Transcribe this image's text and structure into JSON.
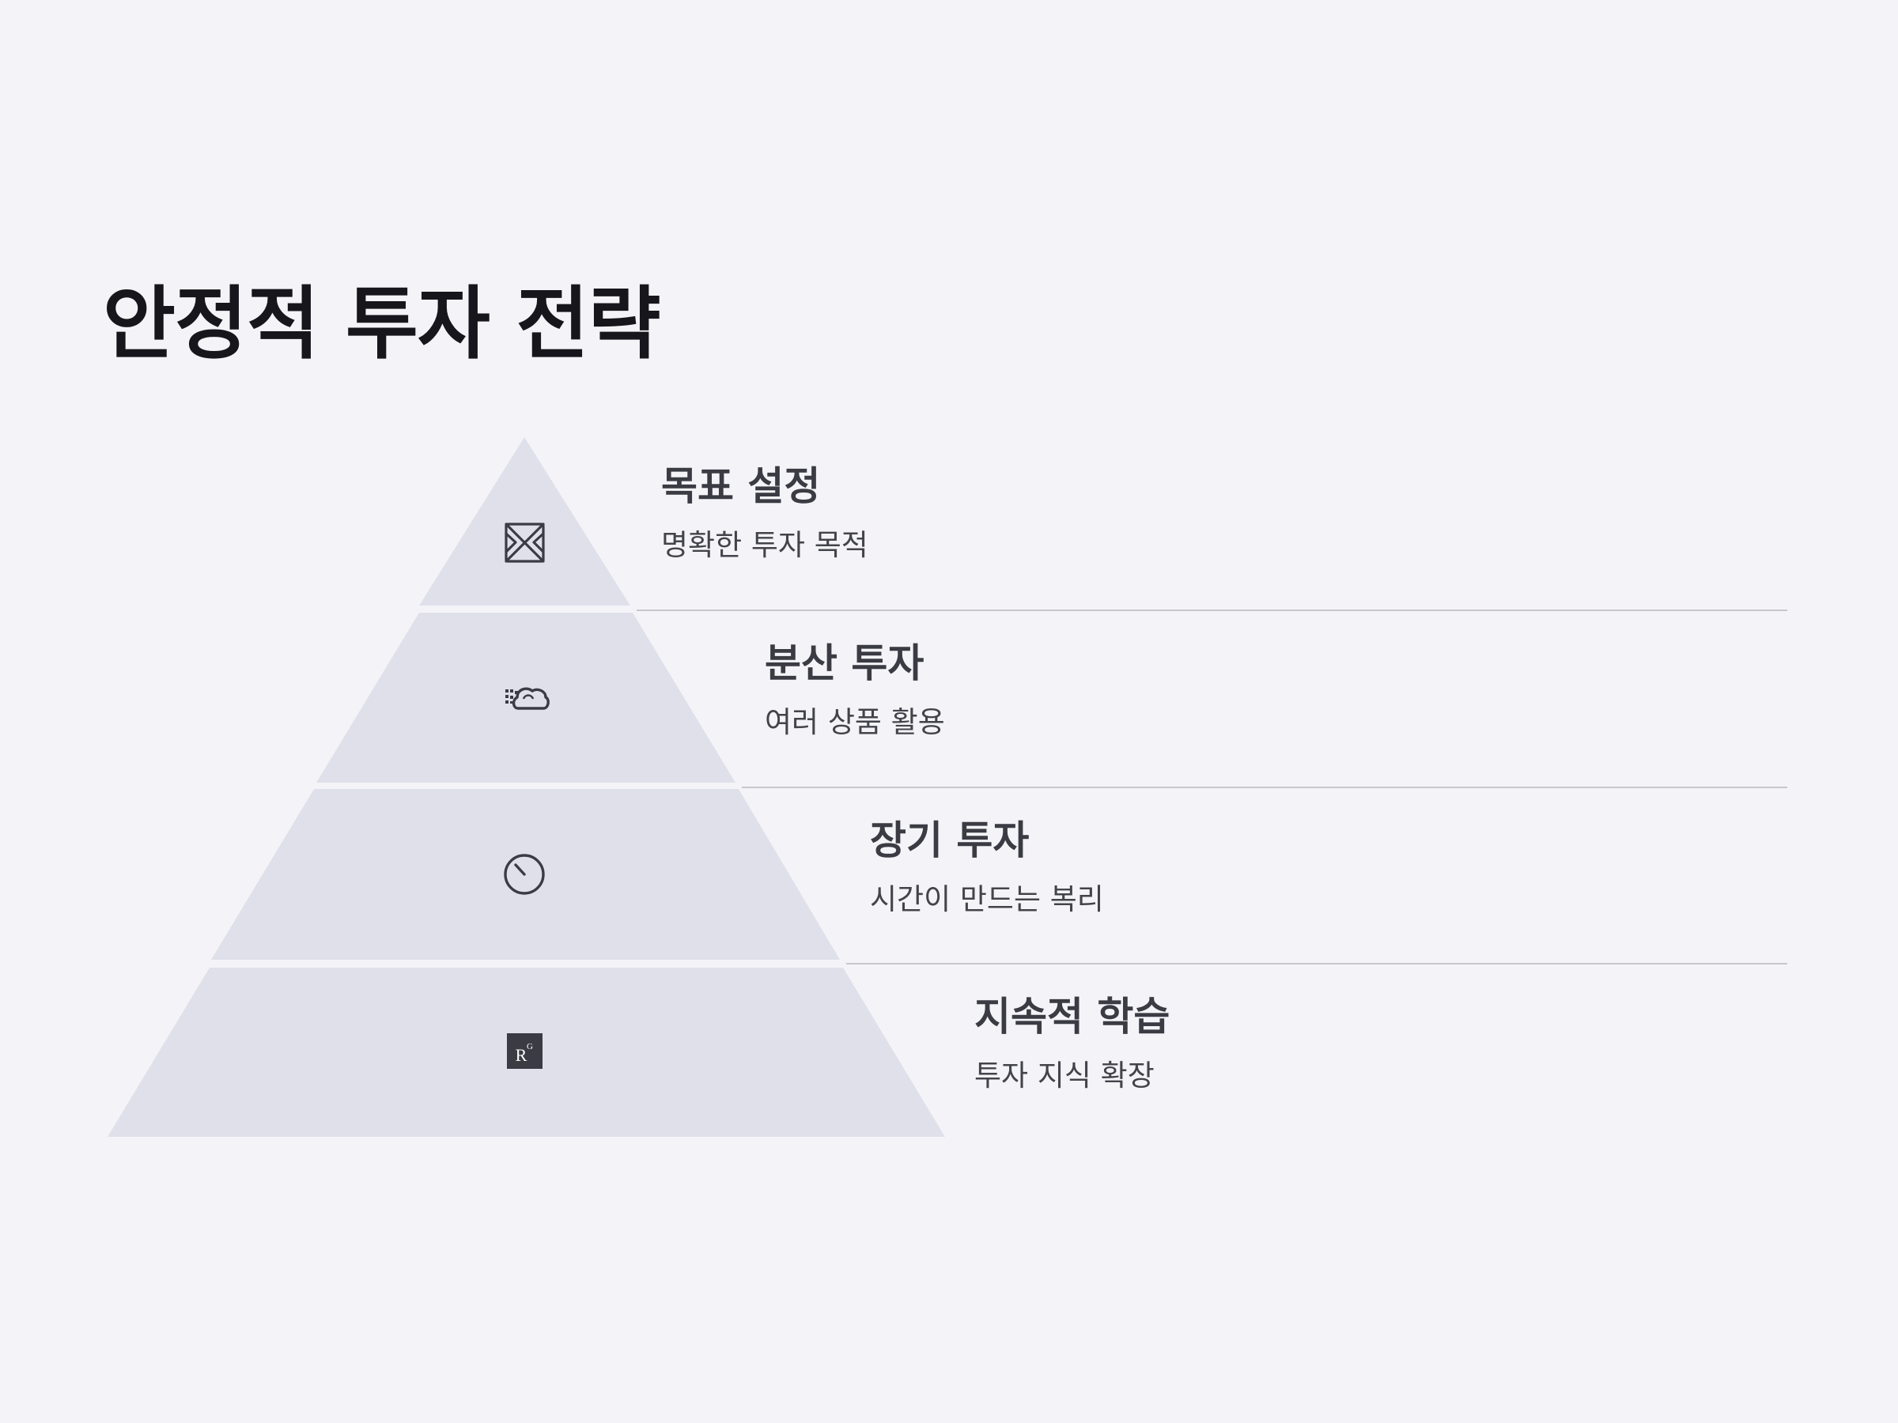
{
  "title": "안정적 투자 전략",
  "colors": {
    "background": "#f4f4f8",
    "tier_fill": "#e0e0eb",
    "icon": "#3b3b44",
    "separator": "#c6c6cc"
  },
  "tiers": [
    {
      "title": "목표 설정",
      "description": "명확한 투자 목적",
      "icon": "target-icon"
    },
    {
      "title": "분산 투자",
      "description": "여러 상품 활용",
      "icon": "diversify-icon"
    },
    {
      "title": "장기 투자",
      "description": "시간이 만드는 복리",
      "icon": "timer-icon"
    },
    {
      "title": "지속적 학습",
      "description": "투자 지식 확장",
      "icon": "learning-icon"
    }
  ],
  "learning_icon_text": {
    "main": "R",
    "sup": "G"
  }
}
